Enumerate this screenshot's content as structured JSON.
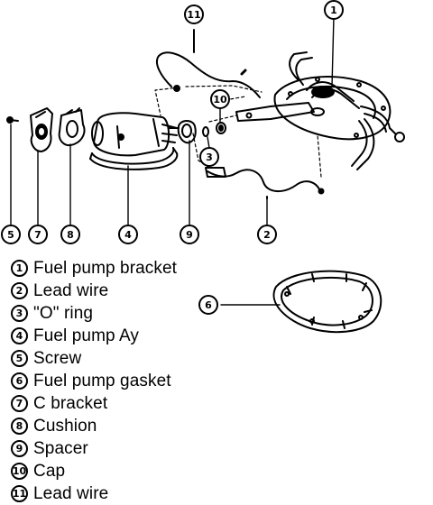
{
  "callouts": {
    "c1": "1",
    "c2": "2",
    "c3": "3",
    "c4": "4",
    "c5": "5",
    "c6": "6",
    "c7": "7",
    "c8": "8",
    "c9": "9",
    "c10": "10",
    "c11": "11"
  },
  "legend": [
    {
      "num": "1",
      "label": "Fuel pump bracket"
    },
    {
      "num": "2",
      "label": "Lead wire"
    },
    {
      "num": "3",
      "label": "\"O\" ring"
    },
    {
      "num": "4",
      "label": "Fuel pump Ay"
    },
    {
      "num": "5",
      "label": "Screw"
    },
    {
      "num": "6",
      "label": "Fuel pump gasket"
    },
    {
      "num": "7",
      "label": "C bracket"
    },
    {
      "num": "8",
      "label": "Cushion"
    },
    {
      "num": "9",
      "label": "Spacer"
    },
    {
      "num": "10",
      "label": "Cap"
    },
    {
      "num": "11",
      "label": "Lead wire"
    }
  ],
  "colors": {
    "ink": "#000000",
    "paper": "#ffffff"
  }
}
